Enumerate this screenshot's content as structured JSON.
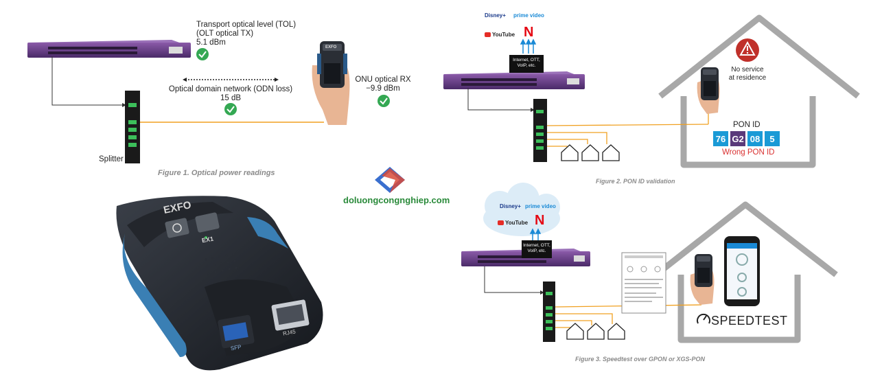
{
  "figure1": {
    "tol_line1": "Transport optical level (TOL)",
    "tol_line2": "(OLT optical TX)",
    "tol_value": "5.1 dBm",
    "odn_line1": "Optical domain network (ODN loss)",
    "odn_value": "15 dB",
    "onu_line1": "ONU optical RX",
    "onu_value": "−9.9 dBm",
    "splitter_label": "Splitter",
    "caption": "Figure 1. Optical power readings",
    "device_brand": "EXFO"
  },
  "figure2": {
    "streaming": [
      "Disney+",
      "prime video",
      "YouTube",
      "N"
    ],
    "services_label": [
      "Internet, OTT,",
      "VoIP, etc."
    ],
    "alert_line1": "No service",
    "alert_line2": "at residence",
    "pon_id_label": "PON ID",
    "pon_values": [
      "76",
      "G2",
      "08",
      "5"
    ],
    "wrong_label": "Wrong PON ID",
    "caption": "Figure 2. PON ID validation"
  },
  "figure3": {
    "streaming": [
      "Disney+",
      "prime video",
      "YouTube",
      "N"
    ],
    "services_label": [
      "Internet, OTT,",
      "VoIP, etc."
    ],
    "speedtest_label": "SPEEDTEST",
    "caption": "Figure 3. Speedtest over GPON or XGS-PON"
  },
  "watermark": "doluongcongnghiep.com",
  "product": {
    "brand": "EXFO",
    "model": "EX1",
    "port_sfp": "SFP",
    "port_rj45": "RJ45"
  },
  "colors": {
    "fiber": "#f0a020",
    "olt": "#6a3d8a",
    "check": "#34a853",
    "pon_blue": "#1a9ad6",
    "pon_purple": "#5a3a7a",
    "wrong": "#d93030",
    "house": "#a8a8a8"
  }
}
